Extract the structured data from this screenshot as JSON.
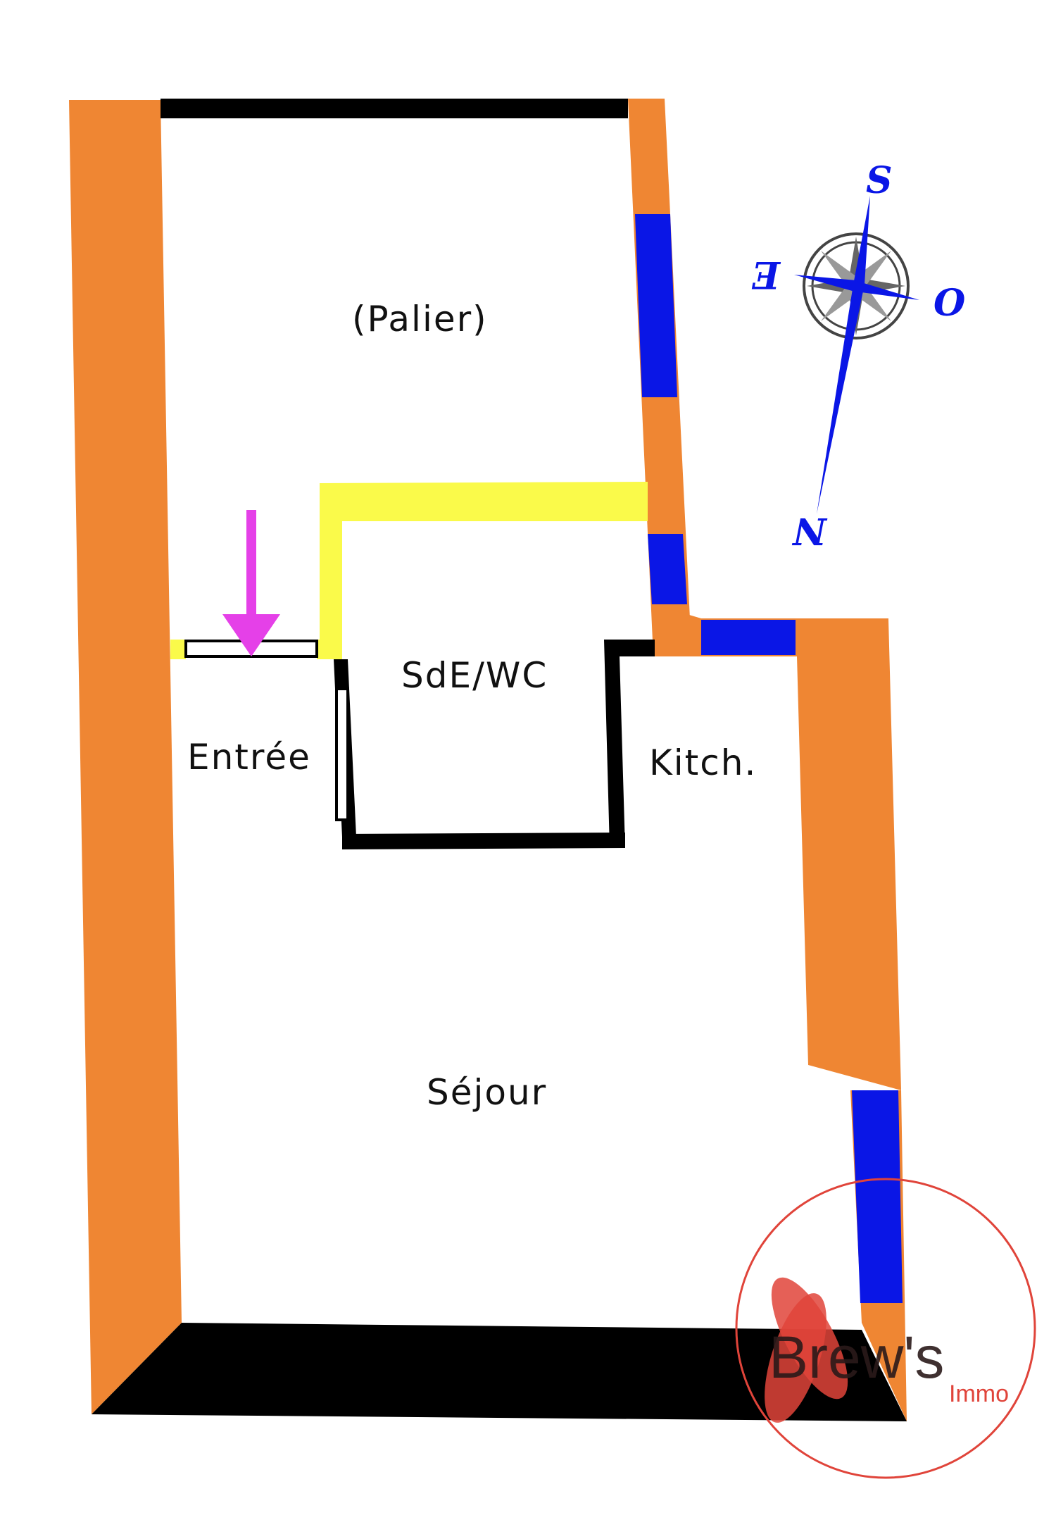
{
  "rooms": {
    "palier": "(Palier)",
    "sde_wc": "SdE/WC",
    "entree": "Entrée",
    "kitchen": "Kitch.",
    "sejour": "Séjour"
  },
  "compass": {
    "top": "S",
    "bottom": "N",
    "left": "E",
    "right": "O"
  },
  "logo": {
    "brand": "Brew's",
    "sub": "Immo",
    "accent_color": "#e0443a"
  },
  "colors": {
    "exterior_wall": "#ef8633",
    "window": "#0a16e6",
    "partition": "#fafa4a",
    "interior_wall": "#000000",
    "entry_arrow": "#e540e8",
    "compass": "#0a16e6"
  }
}
